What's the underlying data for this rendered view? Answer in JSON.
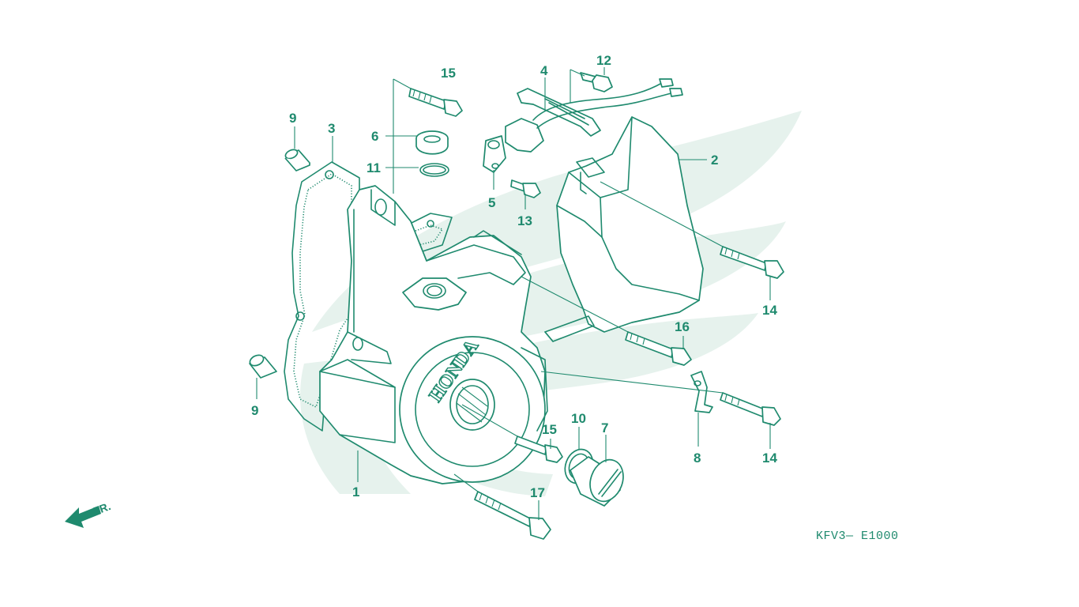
{
  "diagram": {
    "code": "KFV3— E1000",
    "brand_mark": "HONDA",
    "direction_label": "FR.",
    "accent_color": "#1f8a6e",
    "watermark_color": "#e6f2ed",
    "callouts": {
      "p1": "1",
      "p2": "2",
      "p3": "3",
      "p4": "4",
      "p5": "5",
      "p6": "6",
      "p7": "7",
      "p8": "8",
      "p9a": "9",
      "p9b": "9",
      "p10": "10",
      "p11": "11",
      "p12": "12",
      "p13": "13",
      "p14a": "14",
      "p14b": "14",
      "p15a": "15",
      "p15b": "15",
      "p16": "16",
      "p17": "17"
    }
  }
}
